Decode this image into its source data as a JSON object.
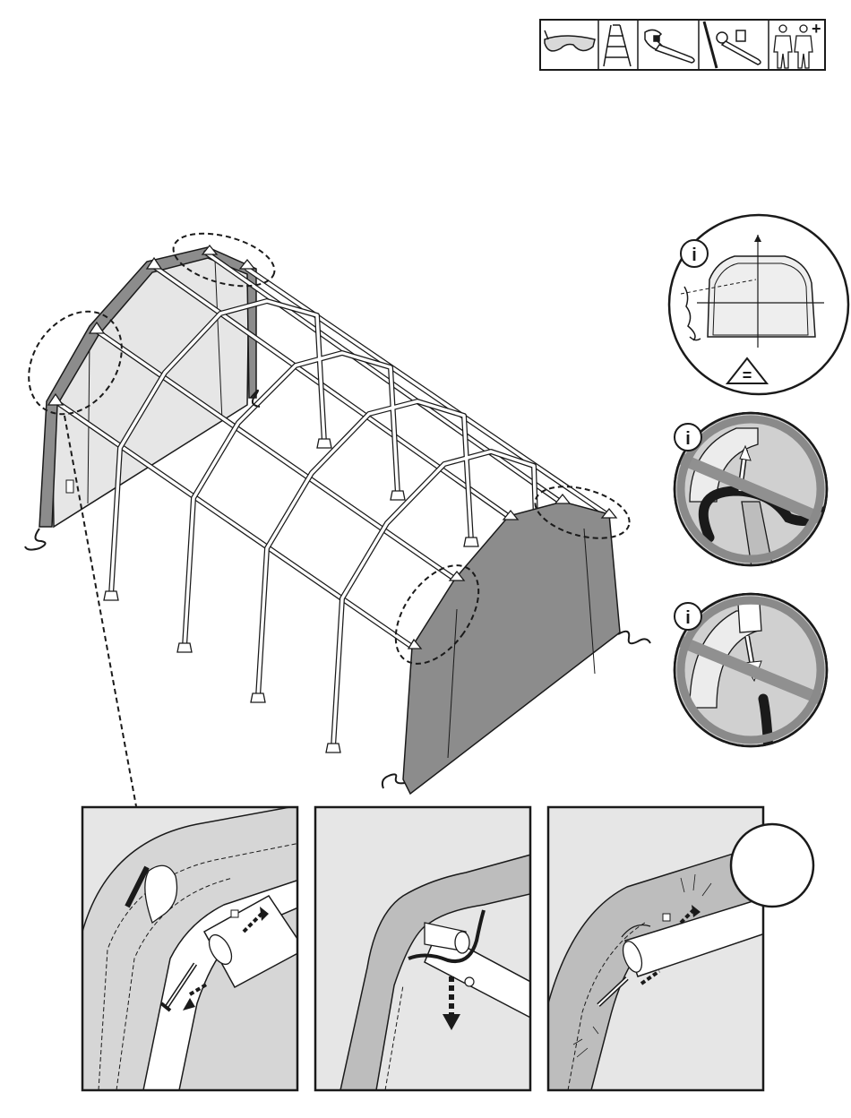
{
  "page": {
    "background": "#ffffff",
    "ink": "#1a1a1a",
    "cover_dark": "#8c8c8c",
    "cover_light": "#e6e6e6",
    "frame_fill": "#ffffff"
  },
  "toolbox": {
    "icons": [
      "safety-glasses-icon",
      "step-ladder-icon",
      "adjustable-wrench-icon",
      "socket-wrench-icon",
      "two-person-icon"
    ],
    "two_person_mark": "+"
  },
  "info_panels": [
    {
      "badge": "i",
      "equal_mark": "="
    },
    {
      "badge": "i"
    },
    {
      "badge": "i"
    }
  ]
}
